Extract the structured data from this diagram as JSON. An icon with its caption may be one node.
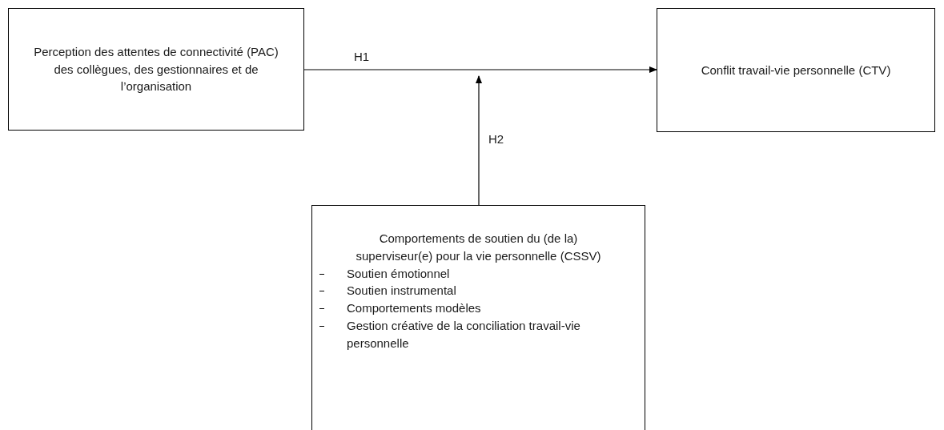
{
  "diagram": {
    "nodes": [
      {
        "text": [
          "Perception des attentes de connectivité (PAC)",
          "des collègues, des gestionnaires et de l’organisation"
        ]
      },
      {
        "text": [
          "Conflit travail-vie personnelle (CTV)"
        ]
      },
      {
        "text": [
          "Comportements de soutien du (de la) superviseur(e) pour la vie personnelle (CSSV)",
          "Soutien émotionnel",
          "Soutien instrumental",
          "Comportements modèles",
          "Gestion créative de la conciliation travail-vie personnelle"
        ]
      }
    ],
    "edges": [
      {
        "from": 0,
        "to": 1,
        "arrow": "to",
        "label": "H1"
      },
      {
        "from": 2,
        "to": null,
        "arrow": "to",
        "label": "H2"
      }
    ]
  }
}
